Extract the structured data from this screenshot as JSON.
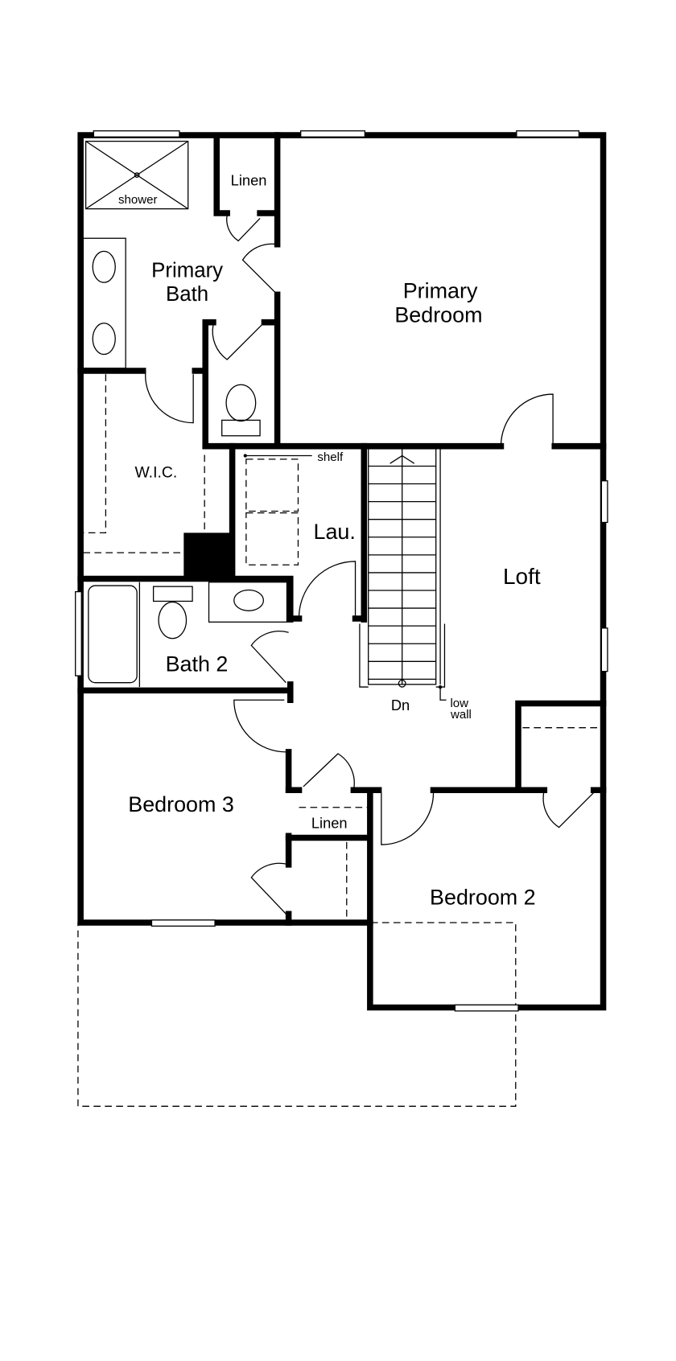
{
  "plan": {
    "rooms": {
      "primary_bath_1": "Primary",
      "primary_bath_2": "Bath",
      "primary_bedroom_1": "Primary",
      "primary_bedroom_2": "Bedroom",
      "linen_top": "Linen",
      "shower": "shower",
      "wic": "W.I.C.",
      "laundry": "Lau.",
      "shelf": "shelf",
      "loft": "Loft",
      "bath2": "Bath 2",
      "stairs_down": "Dn",
      "low_wall_1": "low",
      "low_wall_2": "wall",
      "bedroom3": "Bedroom 3",
      "linen_hall": "Linen",
      "bedroom2": "Bedroom 2"
    },
    "colors": {
      "walls": "#000000",
      "background": "#ffffff"
    }
  }
}
